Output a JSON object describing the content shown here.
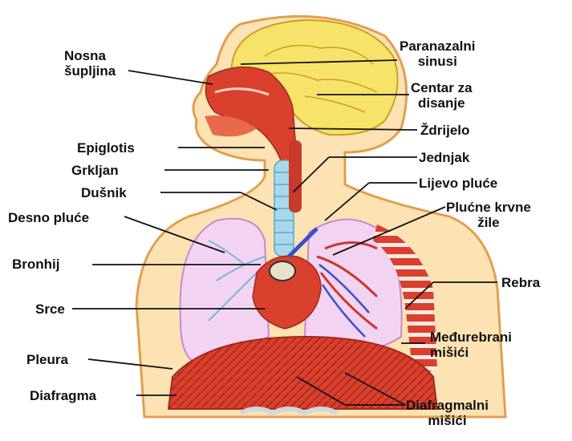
{
  "labels_left": {
    "nosna": [
      "Nosna",
      "šupljina"
    ],
    "epiglotis": "Epiglotis",
    "grkljan": "Grkljan",
    "dusnik": "Dušnik",
    "desno_pluce": "Desno pluće",
    "bronhij": "Bronhij",
    "srce": "Srce",
    "pleura": "Pleura",
    "diafragma": "Diafragma"
  },
  "labels_right": {
    "paranazalni": [
      "Paranazalni",
      "sinusi"
    ],
    "centar": [
      "Centar za",
      "disanje"
    ],
    "zdrijelo": "Ždrijelo",
    "jednjak": "Jednjak",
    "lijevo_pluce": "Lijevo pluće",
    "plucne_zile": [
      "Plućne krvne",
      "žile"
    ],
    "rebra": "Rebra",
    "medjurebrani": [
      "Međurebrani",
      "mišići"
    ],
    "diafragmalni": [
      "Diafragmalni",
      "mišići"
    ]
  },
  "colors": {
    "skin": "#fde3b4",
    "skin_outline": "#e0a050",
    "brain": "#f7e36a",
    "muscle": "#d9402e",
    "lung": "#f3d3f2",
    "trachea": "#a8d8ea",
    "vessel": "#3a4fc8",
    "line": "#111111"
  }
}
